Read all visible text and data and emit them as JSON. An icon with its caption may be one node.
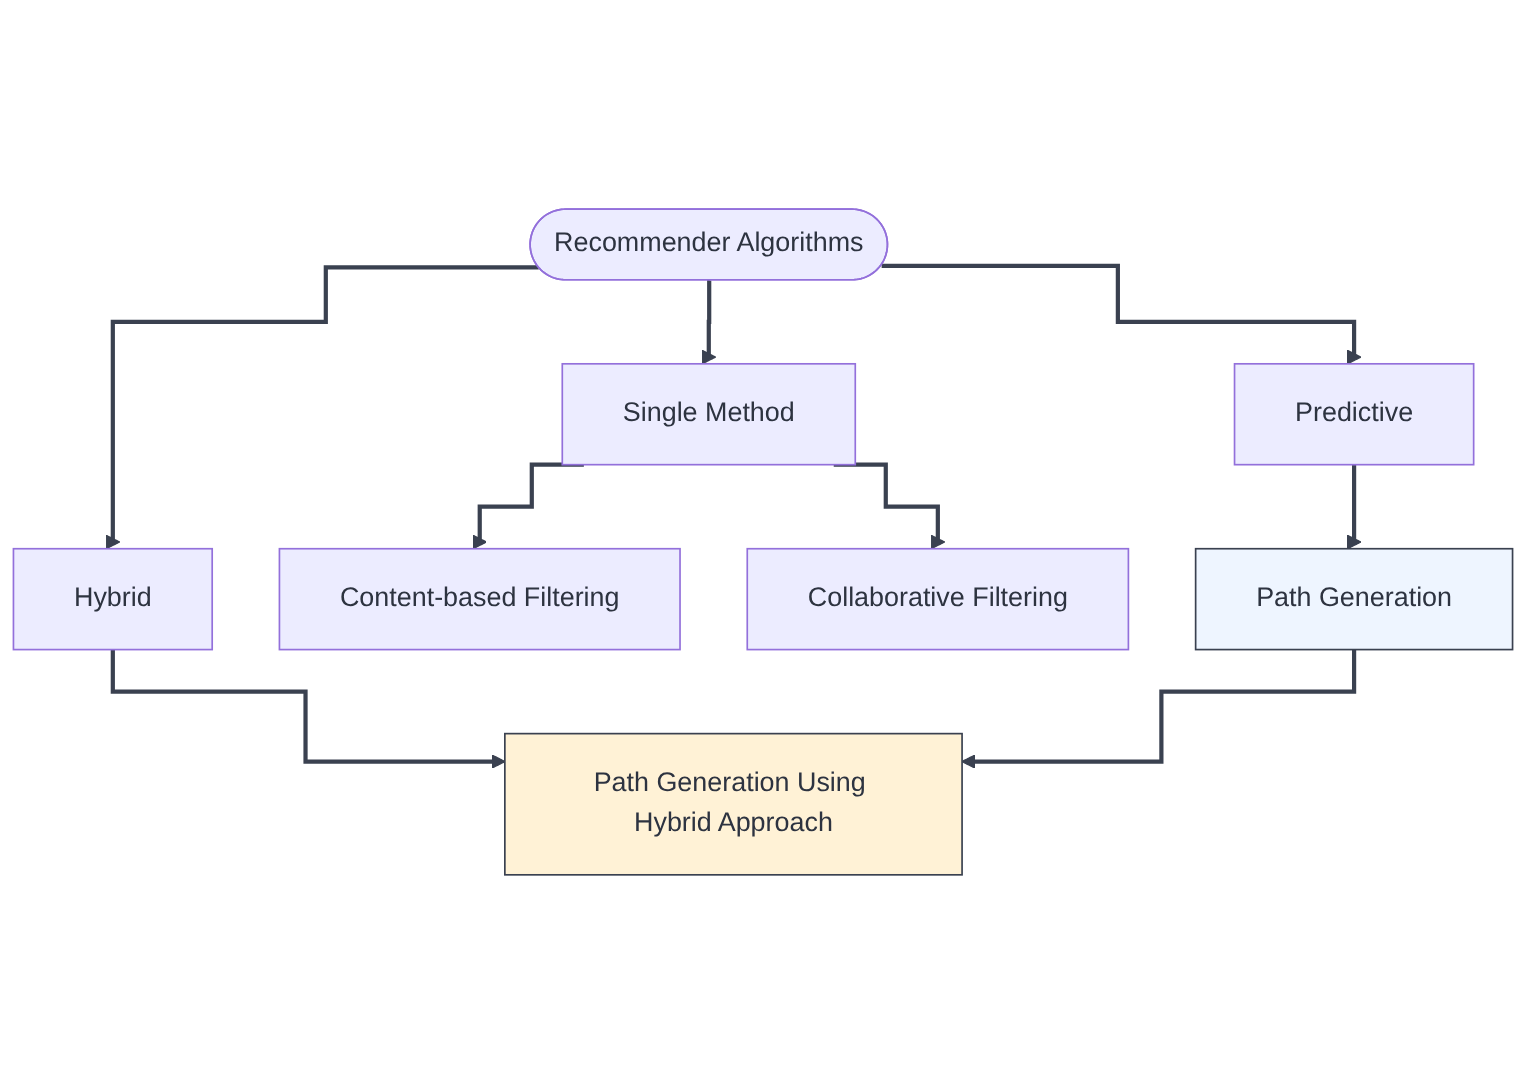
{
  "diagram": {
    "nodes": [
      {
        "text": [
          "Recommender Algorithms"
        ]
      },
      {
        "text": [
          "Single Method"
        ]
      },
      {
        "text": [
          "Hybrid"
        ]
      },
      {
        "text": [
          "Predictive"
        ]
      },
      {
        "text": [
          "Content-based Filtering"
        ]
      },
      {
        "text": [
          "Collaborative Filtering"
        ]
      },
      {
        "text": [
          "Path Generation"
        ]
      },
      {
        "text": [
          "Path Generation Using Hybrid Approach"
        ]
      }
    ],
    "edges": [
      {
        "from": 0,
        "to": 1,
        "arrow": "to"
      },
      {
        "from": 0,
        "to": 2,
        "arrow": "to"
      },
      {
        "from": 0,
        "to": 3,
        "arrow": "to"
      },
      {
        "from": 1,
        "to": 4,
        "arrow": "to"
      },
      {
        "from": 1,
        "to": 5,
        "arrow": "to"
      },
      {
        "from": 3,
        "to": 6,
        "arrow": "to"
      },
      {
        "from": 2,
        "to": 7,
        "arrow": "to"
      },
      {
        "from": 6,
        "to": 7,
        "arrow": "to"
      }
    ]
  }
}
